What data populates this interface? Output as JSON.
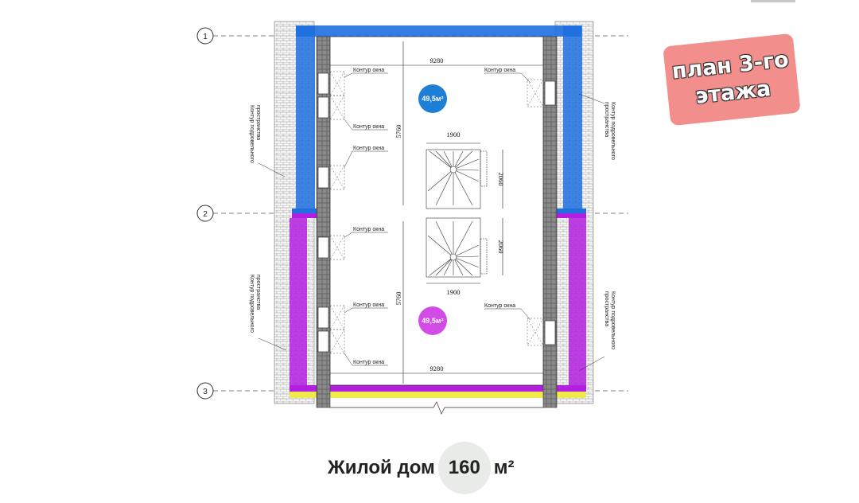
{
  "title_badge": {
    "line1": "план 3-го",
    "line2": "этажа"
  },
  "caption": {
    "prefix": "Жилой дом",
    "area": "160",
    "unit": "м²"
  },
  "axes": [
    "1",
    "2",
    "3"
  ],
  "dimensions": {
    "width_top": "9280",
    "width_bottom": "9280",
    "room_height_top": "5760",
    "room_height_bottom": "5760",
    "stair_width_top": "1900",
    "stair_width_bottom": "1900",
    "stair_length_top": "2060",
    "stair_length_bottom": "2060"
  },
  "rooms": [
    {
      "area": "49,5м²",
      "color": "#1e7fd6"
    },
    {
      "area": "49,5м²",
      "color": "#d24be6"
    }
  ],
  "labels": {
    "window_contour": "Контур окна",
    "attic_space": "Контур подровельного пространства",
    "attic_line1": "Контур подровельного",
    "attic_line2": "пространства"
  },
  "colors": {
    "blue_zone": "#1f6fe0",
    "purple_zone": "#b31fe0",
    "yellow_zone": "#f2e94a"
  }
}
